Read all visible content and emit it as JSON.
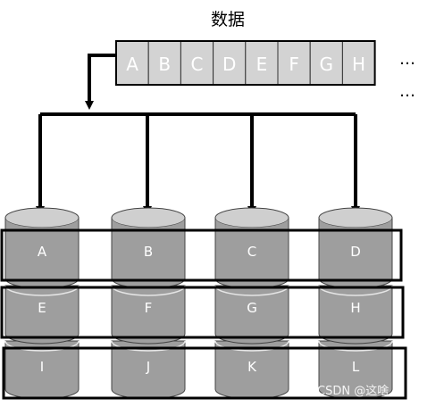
{
  "title": "数据",
  "data_cells": [
    "A",
    "B",
    "C",
    "D",
    "E",
    "F",
    "G",
    "H"
  ],
  "ellipsis": [
    "…",
    "…"
  ],
  "disks": [
    {
      "blocks": [
        "A",
        "E",
        "I"
      ]
    },
    {
      "blocks": [
        "B",
        "F",
        "J"
      ]
    },
    {
      "blocks": [
        "C",
        "G",
        "K"
      ]
    },
    {
      "blocks": [
        "D",
        "H",
        "L"
      ]
    }
  ],
  "watermark": "CSDN @这啥",
  "colors": {
    "cell_fill": "#d3d3d3",
    "disk_fill": "#9e9e9e",
    "disk_top": "#cfcfcf",
    "stroke": "#000000",
    "text_light": "#ffffff",
    "text_dark": "#ffffff"
  }
}
